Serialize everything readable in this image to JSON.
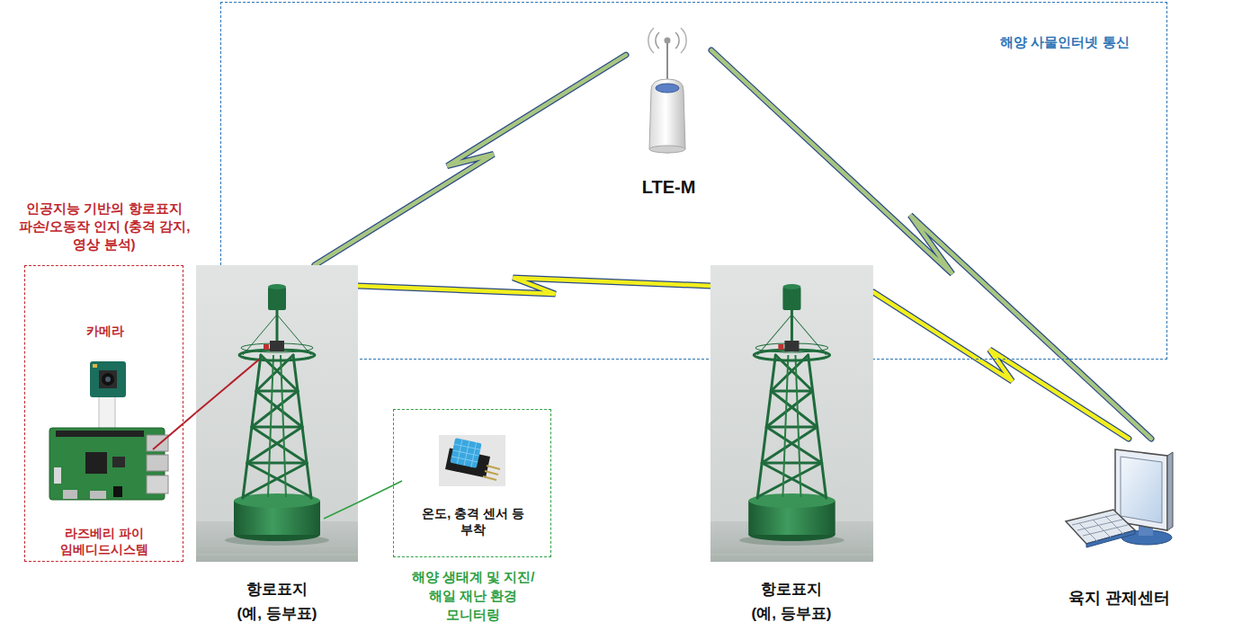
{
  "diagram": {
    "nodes": [
      {
        "text": [
          "해양 사물인터넷 통신"
        ]
      },
      {
        "text": [
          "LTE-M"
        ],
        "in": 0
      },
      {
        "text": [
          "인공지능 기반의 항로표지 파손/오동작 인지 (충격 감지, 영상 분석)",
          "카메라",
          "라즈베리 파이 임베디드시스템"
        ]
      },
      {
        "text": [
          "항로표지 (예, 등부표)"
        ]
      },
      {
        "text": [
          "온도, 충격 센서 등 부착",
          "해양 생태계 및 지진/해일 재난 환경 모니터링"
        ]
      },
      {
        "text": [
          "항로표지 (예, 등부표)"
        ]
      },
      {
        "text": [
          "육지 관제센터"
        ]
      }
    ],
    "edges": [
      {
        "from": 1,
        "to": 3,
        "arrow": "none"
      },
      {
        "from": 1,
        "to": 6,
        "arrow": "none"
      },
      {
        "from": 3,
        "to": 5,
        "arrow": "none"
      },
      {
        "from": 5,
        "to": 6,
        "arrow": "none"
      },
      {
        "from": 2,
        "to": 3,
        "arrow": "none"
      },
      {
        "from": 3,
        "to": 4,
        "arrow": "none"
      }
    ]
  }
}
